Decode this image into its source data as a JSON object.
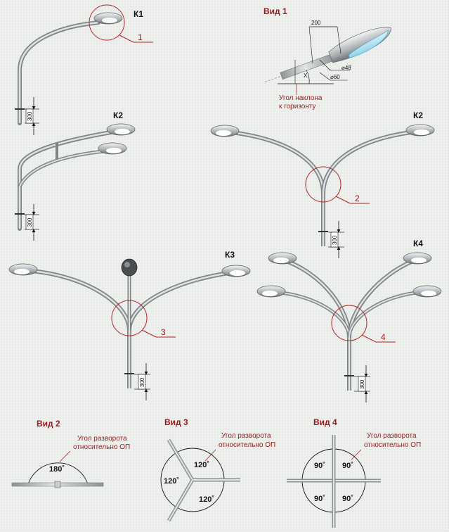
{
  "labels": {
    "k1": "К1",
    "k2a": "К2",
    "k2b": "К2",
    "k3": "К3",
    "k4": "К4"
  },
  "callouts": [
    "1",
    "2",
    "3",
    "4"
  ],
  "views": {
    "view1": {
      "title": "Вид 1",
      "dim_200": "200",
      "dim_d48": "⌀48",
      "dim_d60": "⌀60",
      "x_label": "X",
      "note_line1": "Угол наклона",
      "note_line2": "к горизонту"
    },
    "view2": {
      "title": "Вид 2",
      "note_line1": "Угол разворота",
      "note_line2": "относительно ОП",
      "angle": "180˚"
    },
    "view3": {
      "title": "Вид 3",
      "note_line1": "Угол разворота",
      "note_line2": "относительно ОП",
      "angles": [
        "120˚",
        "120˚",
        "120˚"
      ]
    },
    "view4": {
      "title": "Вид 4",
      "note_line1": "Угол разворота",
      "note_line2": "относительно ОП",
      "angles": [
        "90˚",
        "90˚",
        "90˚",
        "90˚"
      ]
    }
  },
  "base_dimension": "300",
  "colors": {
    "accent": "#9a1b1b",
    "pipe": "#b9bdbf",
    "background": "#eef0ee"
  }
}
